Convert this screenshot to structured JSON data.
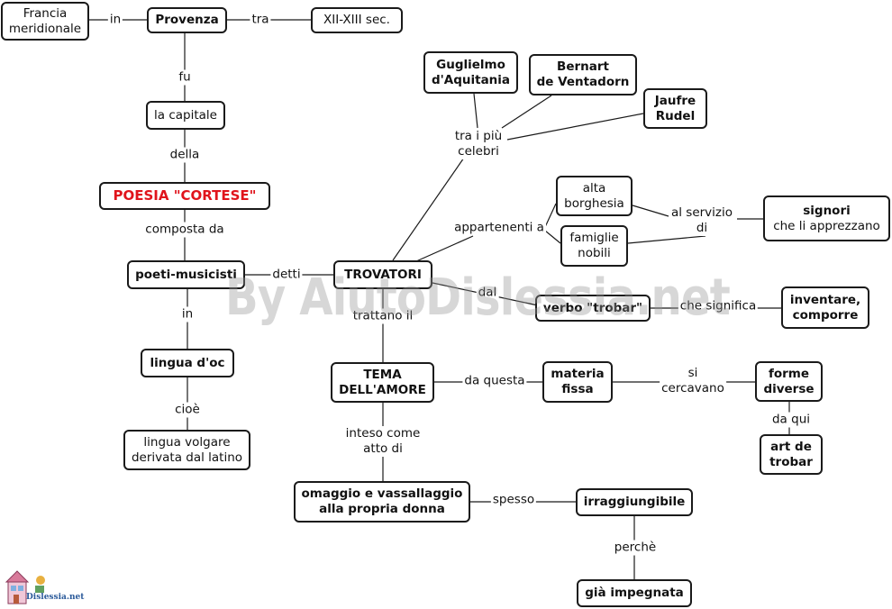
{
  "nodes": {
    "francia": "Francia\nmeridionale",
    "provenza": "Provenza",
    "secolo": "XII-XIII sec.",
    "capitale": "la capitale",
    "poesia": "POESIA \"CORTESE\"",
    "poeti": "poeti-musicisti",
    "lingua_oc": "lingua d'oc",
    "lingua_volgare": "lingua volgare\nderivata dal latino",
    "guglielmo": "Guglielmo\nd'Aquitania",
    "bernart": "Bernart\nde Ventadorn",
    "jaufre": "Jaufre\nRudel",
    "alta": "alta\nborghesia",
    "famiglie": "famiglie\nnobili",
    "signori_title": "signori",
    "signori_sub": "che li apprezzano",
    "trovatori": "TROVATORI",
    "trobar": "verbo \"trobar\"",
    "inventare": "inventare,\ncomporre",
    "tema": "TEMA\nDELL'AMORE",
    "materia": "materia\nfissa",
    "forme": "forme\ndiverse",
    "art": "art de\ntrobar",
    "omaggio": "omaggio e vassallaggio\nalla propria donna",
    "irraggiungibile": "irraggiungibile",
    "impegnata": "già impegnata"
  },
  "links": {
    "in1": "in",
    "tra": "tra",
    "fu": "fu",
    "della": "della",
    "composta": "composta da",
    "detti": "detti",
    "in2": "in",
    "cioe": "cioè",
    "celebri": "tra i più\ncelebri",
    "appartenenti": "appartenenti a",
    "servizio": "al servizio\ndi",
    "dal": "dal",
    "significa": "che significa",
    "trattano": "trattano il",
    "da_questa": "da questa",
    "cercavano": "si\ncercavano",
    "da_qui": "da qui",
    "inteso": "inteso come\natto di",
    "spesso": "spesso",
    "perche": "perchè"
  },
  "watermark": "By AiutoDislessia.net",
  "logo_text": "Dislessia.net",
  "colors": {
    "title_red": "#e0141c",
    "border": "#1a1a1a"
  }
}
